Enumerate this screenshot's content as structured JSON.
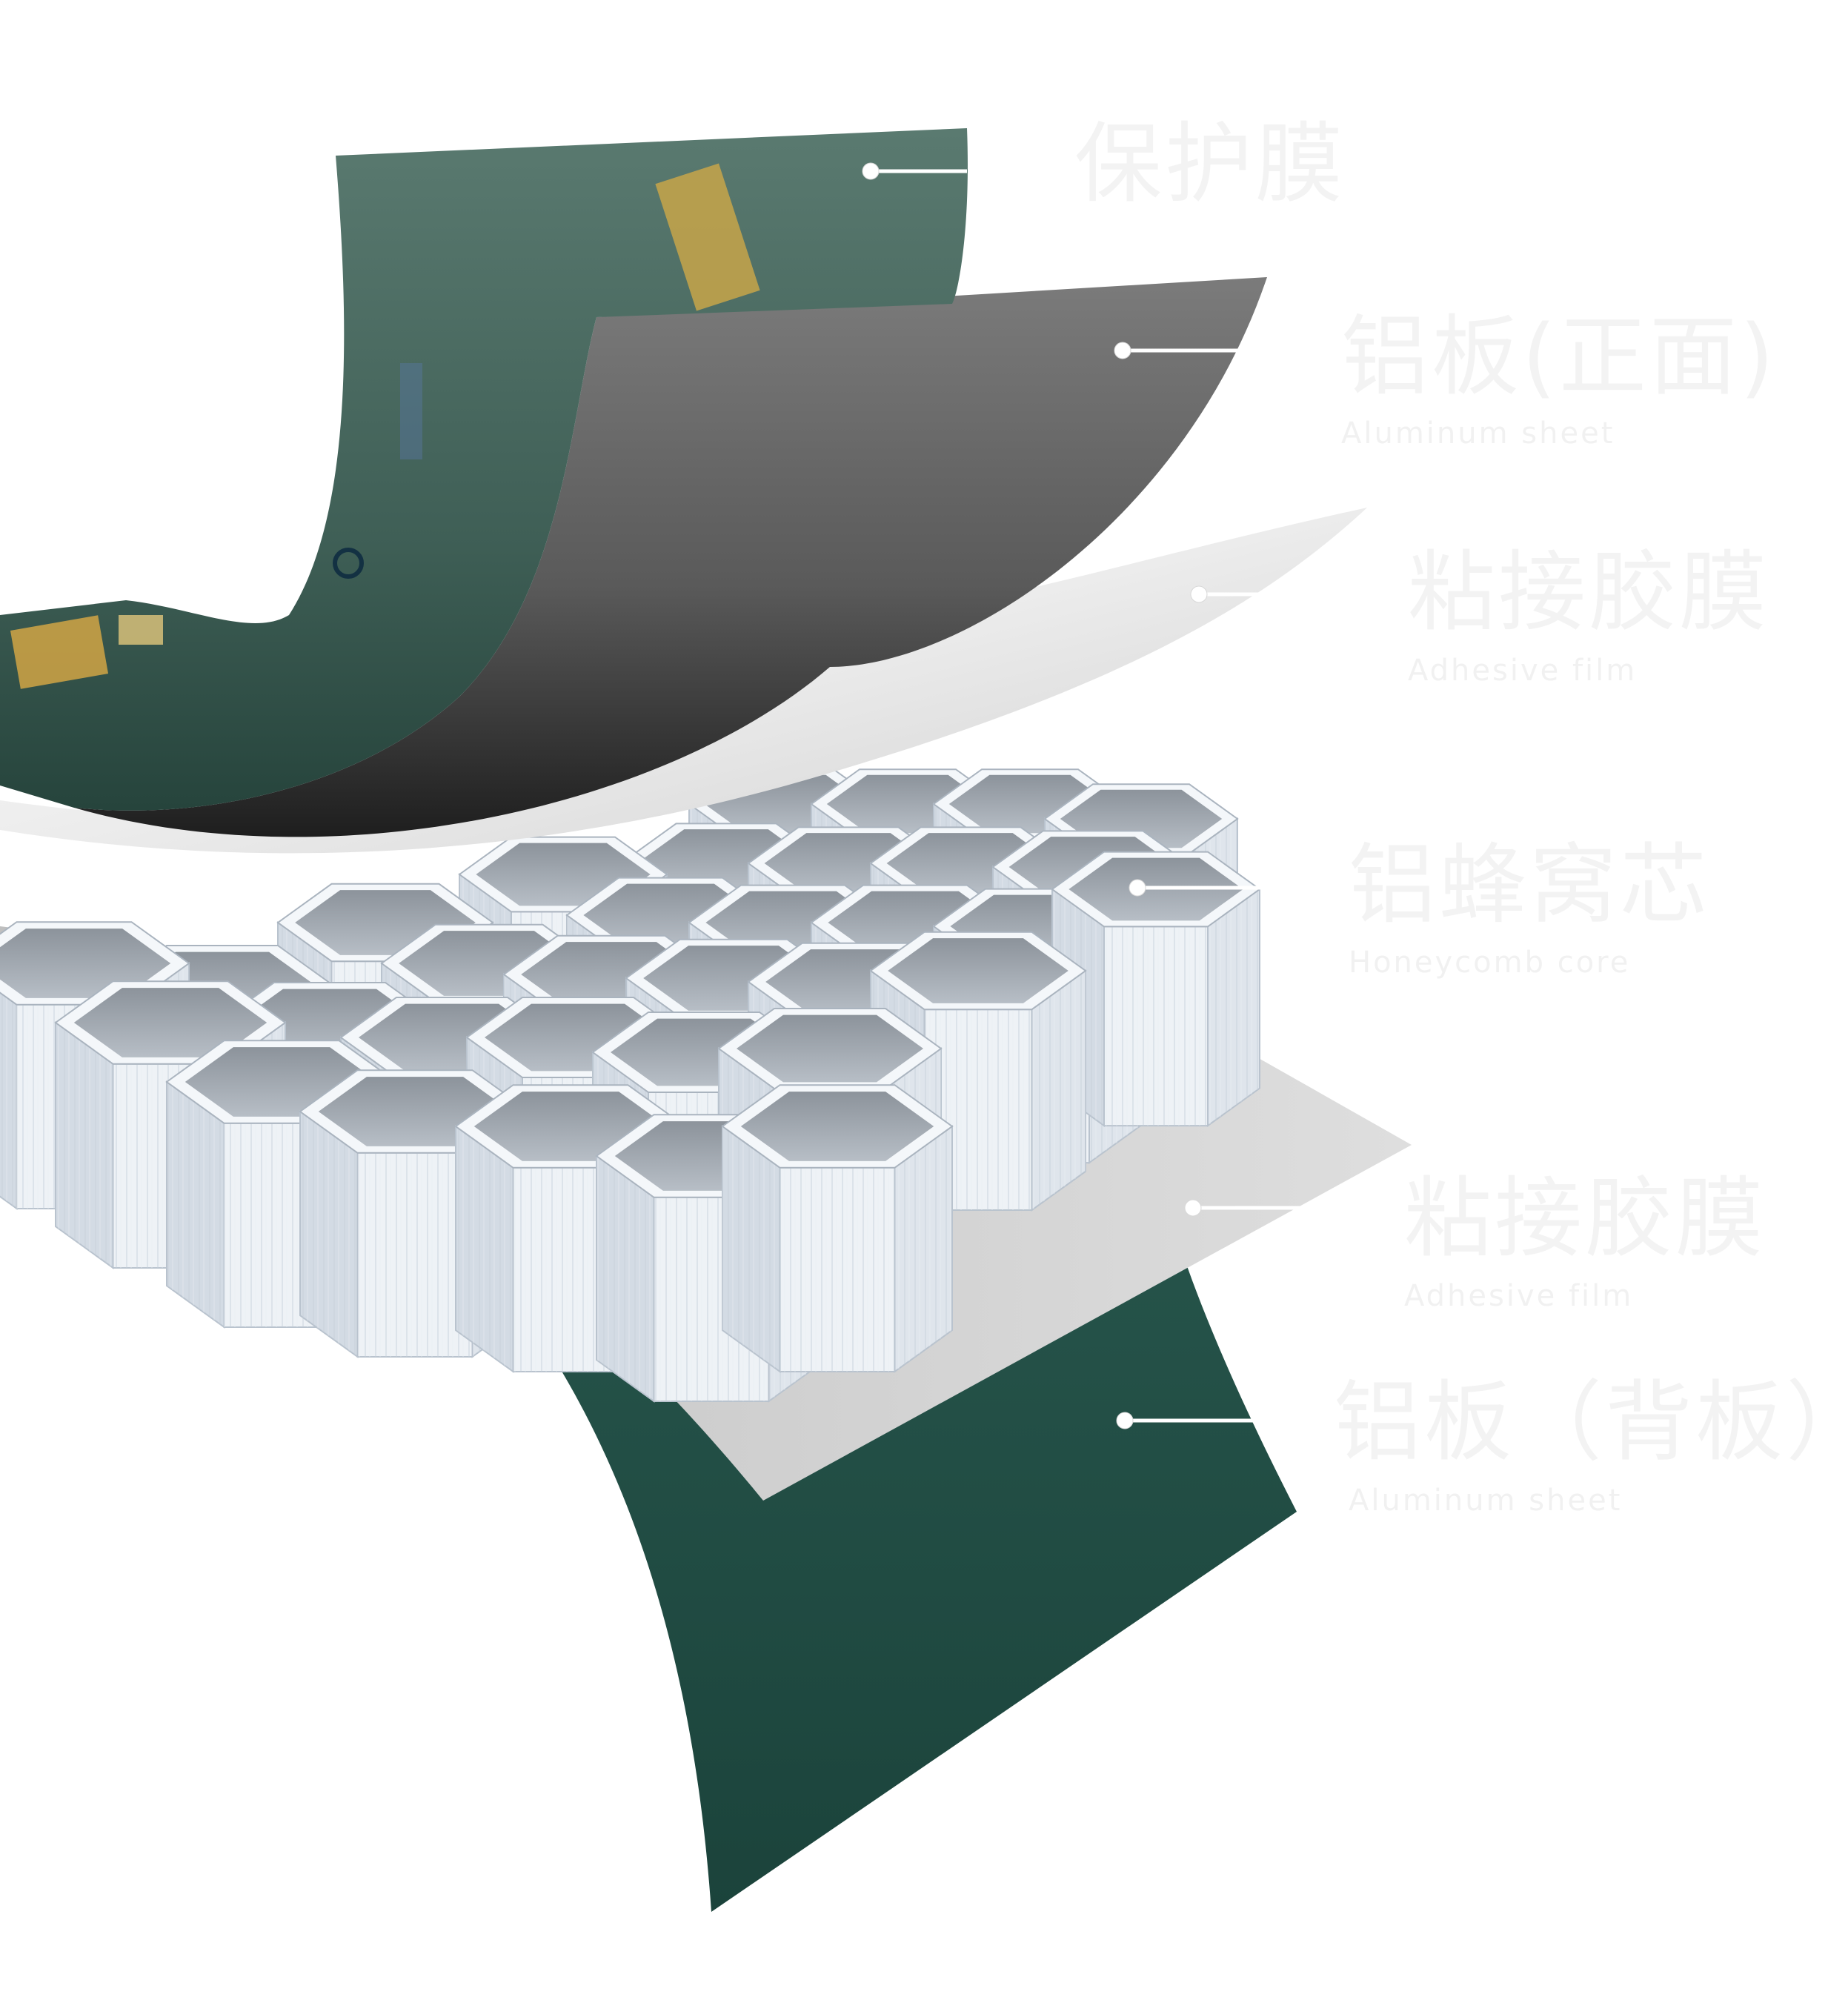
{
  "figure": {
    "subject": "aluminum-honeycomb-panel-layers",
    "colors": {
      "protective_film": "#4c6b61",
      "top_aluminum_sheet": "#6c6c6c",
      "adhesive_film": "#e6e6e6",
      "honeycomb_core": "#dfe6ee",
      "bottom_aluminum_sheet": "#1f4c43",
      "label_text": "#f3f3f3"
    }
  },
  "layers": [
    {
      "id": "protective-film",
      "label": "保护膜",
      "sublabel": ""
    },
    {
      "id": "top-sheet",
      "label": "铝板(正面)",
      "sublabel": "Aluminum sheet"
    },
    {
      "id": "adhesive-top",
      "label": "粘接胶膜",
      "sublabel": "Adhesive film"
    },
    {
      "id": "core",
      "label": "铝蜂窝芯",
      "sublabel": "Honeycomb core"
    },
    {
      "id": "adhesive-bottom",
      "label": "粘接胶膜",
      "sublabel": "Adhesive film"
    },
    {
      "id": "bottom-sheet",
      "label": "铝板（背板）",
      "sublabel": "Aluminum sheet"
    }
  ]
}
